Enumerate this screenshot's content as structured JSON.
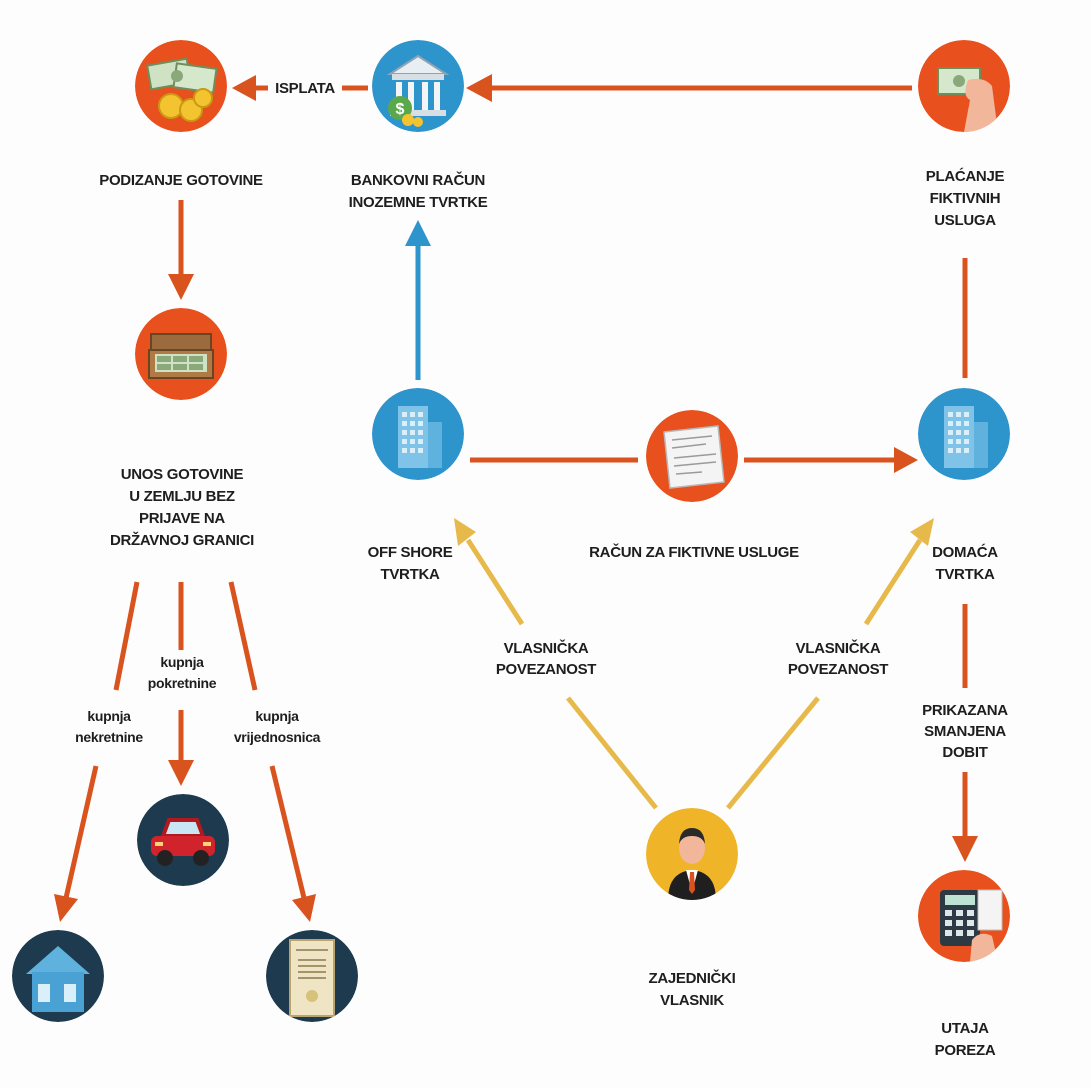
{
  "nodes": {
    "podizanje": {
      "label": "PODIZANJE GOTOVINE",
      "icon": "cash-coins-icon",
      "color": "#e8511d"
    },
    "bank": {
      "label": "BANKOVNI RAČUN\nINOZEMNE TVRTKE",
      "icon": "bank-building-icon",
      "color": "#2e94cc"
    },
    "placanje": {
      "label": "PLAĆANJE\nFIKTIVNIH\nUSLUGA",
      "icon": "hand-money-icon",
      "color": "#e8511d"
    },
    "unos": {
      "label": "UNOS GOTOVINE\nU ZEMLJU BEZ\nPRIJAVE NA\nDRŽAVNOJ GRANICI",
      "icon": "briefcase-cash-icon",
      "color": "#e8511d"
    },
    "offshore": {
      "label": "OFF SHORE\nTVRTKA",
      "icon": "office-building-icon",
      "color": "#2e94cc"
    },
    "racun": {
      "label": "RAČUN ZA FIKTIVNE USLUGE",
      "icon": "invoice-document-icon",
      "color": "#e8511d"
    },
    "domaca": {
      "label": "DOMAĆA\nTVRTKA",
      "icon": "office-building-icon",
      "color": "#2e94cc"
    },
    "kuca": {
      "icon": "house-icon",
      "color": "#1e3a4f"
    },
    "auto": {
      "icon": "car-icon",
      "color": "#1e3a4f"
    },
    "dokument": {
      "icon": "certificate-document-icon",
      "color": "#1e3a4f"
    },
    "vlasnik": {
      "label": "ZAJEDNIČKI\nVLASNIK",
      "icon": "person-owner-icon",
      "color": "#f0b429"
    },
    "porez": {
      "label": "UTAJA\nPOREZA",
      "icon": "calculator-icon",
      "color": "#e8511d"
    }
  },
  "edges": {
    "isplata": "ISPLATA",
    "nekretnine": "kupnja\nnekretnine",
    "pokretnine": "kupnja\npokretnine",
    "vrijednosnica": "kupnja\nvrijednosnica",
    "vlasnicka_left": "VLASNIČKA\nPOVEZANOST",
    "vlasnicka_right": "VLASNIČKA\nPOVEZANOST",
    "smanjena": "PRIKAZANA\nSMANJENA\nDOBIT"
  },
  "colors": {
    "orange_arrow": "#d9531e",
    "blue_arrow": "#2e94cc",
    "yellow_arrow": "#e6b94a"
  }
}
